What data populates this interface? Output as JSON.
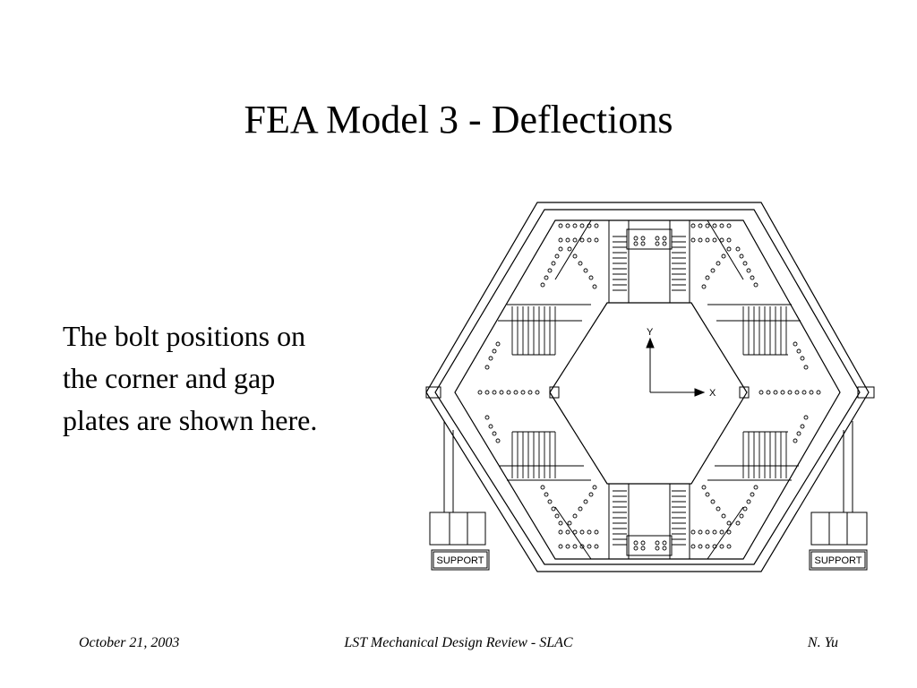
{
  "slide": {
    "title": "FEA Model 3 - Deflections",
    "body_lines": [
      "The bolt positions on",
      "the corner and gap",
      "plates are shown here."
    ]
  },
  "figure": {
    "axis_y_label": "Y",
    "axis_x_label": "X",
    "support_left": "SUPPORT",
    "support_right": "SUPPORT"
  },
  "footer": {
    "date": "October 21, 2003",
    "event": "LST Mechanical Design Review - SLAC",
    "author": "N. Yu"
  },
  "colors": {
    "line": "#000000",
    "background": "#ffffff"
  }
}
